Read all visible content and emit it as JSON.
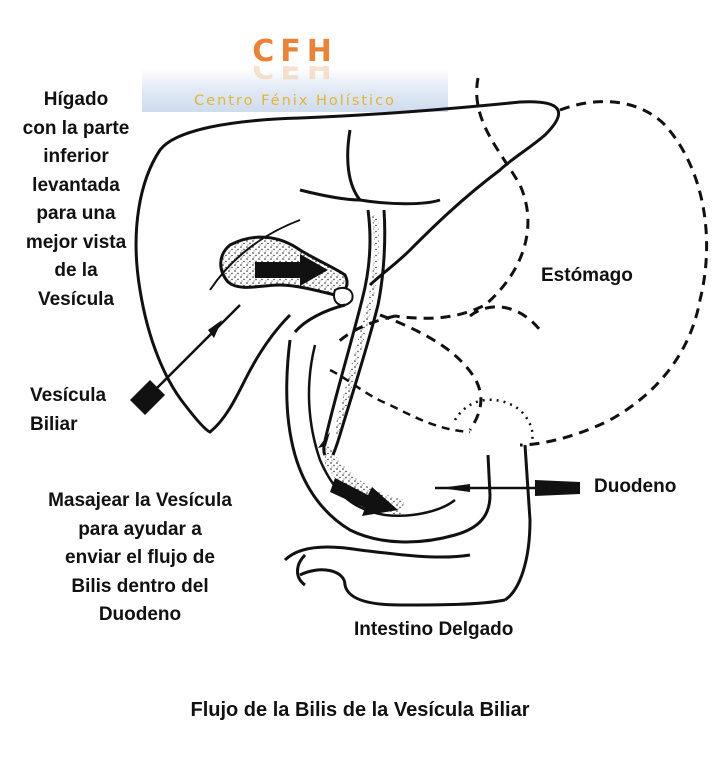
{
  "logo": {
    "name": "CFH",
    "subtitle": "Centro Fénix Holístico",
    "primary_color": "#e8833a",
    "secondary_color": "#e3b33b"
  },
  "labels": {
    "higado": [
      "Hígado",
      "con la parte",
      "inferior",
      "levantada",
      "para una",
      "mejor vista",
      "de la",
      "Vesícula"
    ],
    "vesicula": [
      "Vesícula",
      "Biliar"
    ],
    "masajear": [
      "Masajear la Vesícula",
      "para ayudar a",
      "enviar el flujo de",
      "Bilis dentro del",
      "Duodeno"
    ],
    "estomago": "Estómago",
    "duodeno": "Duodeno",
    "intestino": "Intestino Delgado"
  },
  "title": "Flujo de la Bilis de la Vesícula Biliar",
  "colors": {
    "ink": "#111111",
    "background": "#ffffff"
  }
}
